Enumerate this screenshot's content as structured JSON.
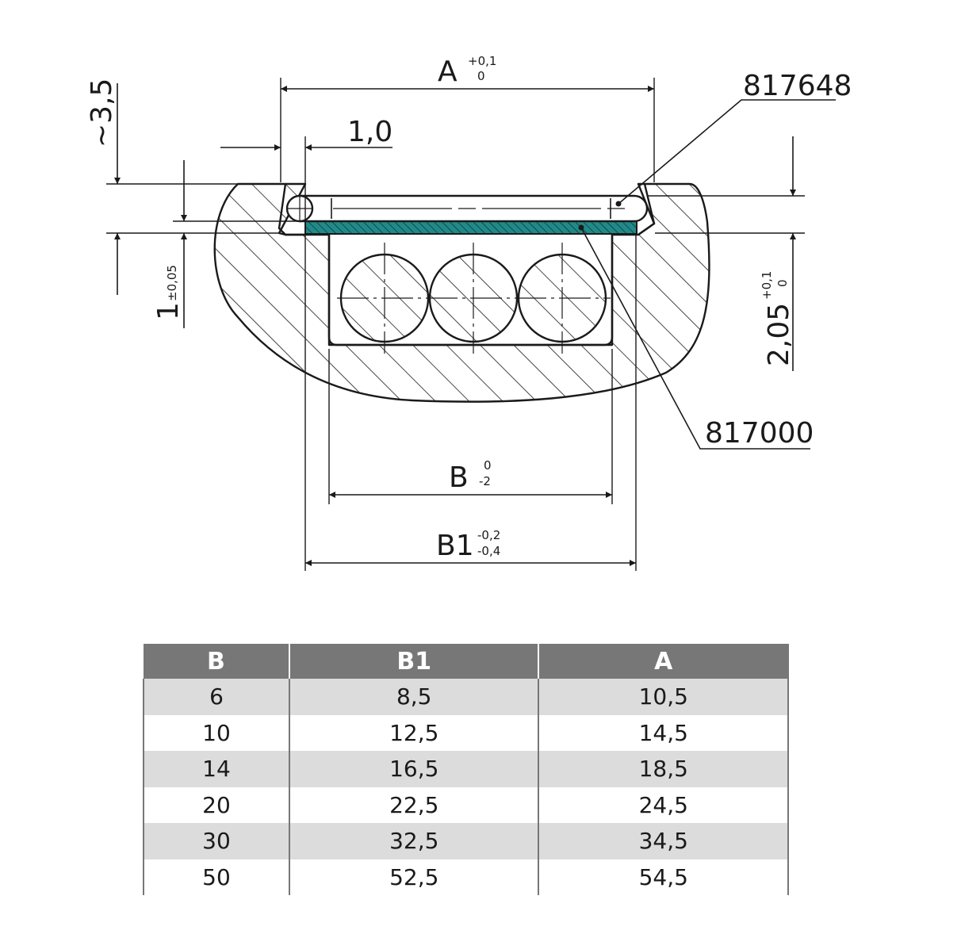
{
  "drawing": {
    "dim_A": "A",
    "dim_A_tol_upper": "+0,1",
    "dim_A_tol_lower": "0",
    "dim_1_0": "1,0",
    "dim_3_5": "~3,5",
    "dim_1": "1",
    "dim_1_tol": "±0,05",
    "dim_2_05": "2,05",
    "dim_2_05_tol_upper": "+0,1",
    "dim_2_05_tol_lower": "0",
    "dim_B": "B",
    "dim_B_tol_upper": "0",
    "dim_B_tol_lower": "-2",
    "dim_B1": "B1",
    "dim_B1_tol_upper": "-0,2",
    "dim_B1_tol_lower": "-0,4",
    "part_817648": "817648",
    "part_817000": "817000",
    "strip_color": "#1f8a8a"
  },
  "table": {
    "headers": [
      "B",
      "B1",
      "A"
    ],
    "rows": [
      [
        "6",
        "8,5",
        "10,5"
      ],
      [
        "10",
        "12,5",
        "14,5"
      ],
      [
        "14",
        "16,5",
        "18,5"
      ],
      [
        "20",
        "22,5",
        "24,5"
      ],
      [
        "30",
        "32,5",
        "34,5"
      ],
      [
        "50",
        "52,5",
        "54,5"
      ]
    ]
  }
}
